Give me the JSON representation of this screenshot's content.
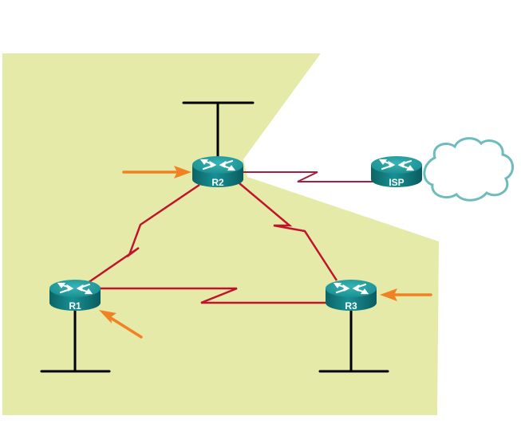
{
  "diagram": {
    "type": "network-topology",
    "colors": {
      "area_fill": "#e5eaa8",
      "serial_link": "#c0142c",
      "isp_link": "#a3203f",
      "lan_line": "#000000",
      "arrow": "#f08224",
      "router_top": "#1f9a9c",
      "router_side": "#0f6f72",
      "router_label": "#ffffff",
      "cloud_stroke": "#6cbcbc",
      "cloud_fill": "#ffffff"
    },
    "routers": [
      {
        "id": "R2",
        "label": "R2"
      },
      {
        "id": "ISP",
        "label": "ISP"
      },
      {
        "id": "R1",
        "label": "R1"
      },
      {
        "id": "R3",
        "label": "R3"
      }
    ],
    "links": [
      {
        "from": "R2",
        "to": "ISP",
        "kind": "serial"
      },
      {
        "from": "R2",
        "to": "R1",
        "kind": "serial"
      },
      {
        "from": "R2",
        "to": "R3",
        "kind": "serial"
      },
      {
        "from": "R1",
        "to": "R3",
        "kind": "serial"
      }
    ],
    "lans": [
      {
        "router": "R2",
        "position": "top"
      },
      {
        "router": "R1",
        "position": "bottom"
      },
      {
        "router": "R3",
        "position": "bottom"
      }
    ],
    "arrows": [
      {
        "target": "R2",
        "direction": "from-left"
      },
      {
        "target": "R1",
        "direction": "from-bottom-right"
      },
      {
        "target": "R3",
        "direction": "from-right"
      }
    ],
    "cloud": {
      "name": "internet-cloud",
      "attached_to": "ISP"
    },
    "highlight_area": {
      "name": "routing-domain-area",
      "contains": [
        "R1",
        "R2",
        "R3"
      ]
    }
  }
}
